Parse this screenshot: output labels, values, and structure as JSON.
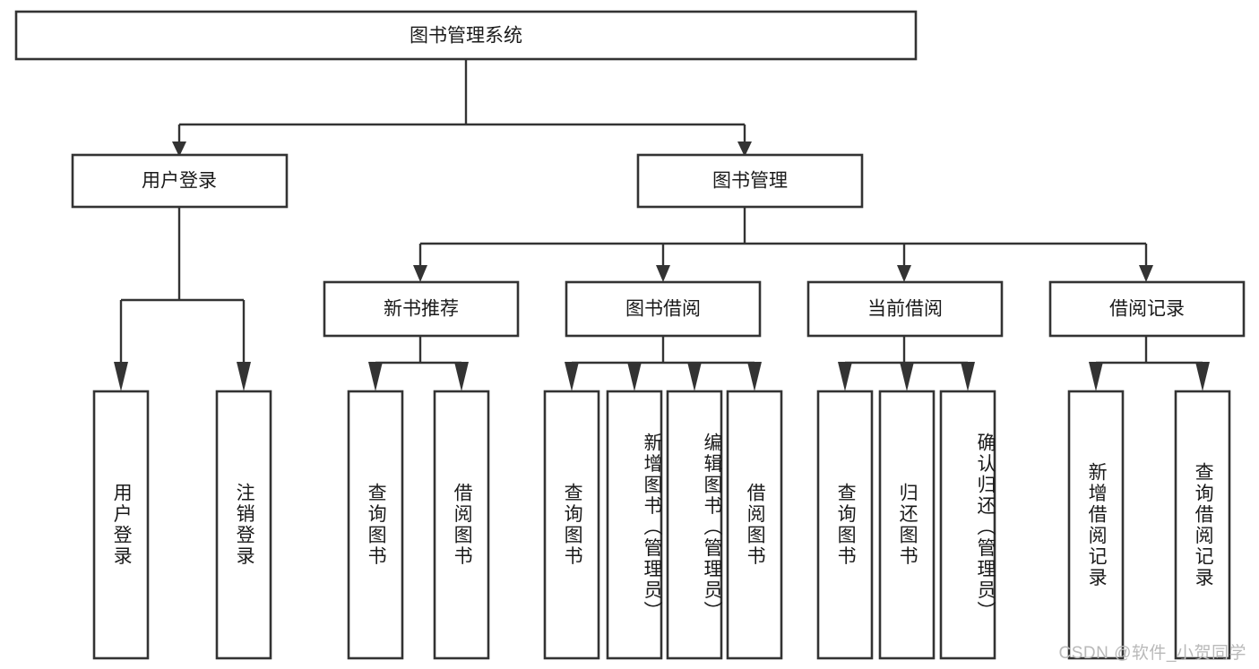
{
  "diagram": {
    "type": "hierarchy-tree",
    "title": "图书管理系统",
    "watermark": "CSDN @软件_小贺同学",
    "colors": {
      "background": "#ffffff",
      "box_stroke": "#333333",
      "box_fill": "#ffffff",
      "text": "#1a1a1a",
      "connector": "#333333",
      "watermark": "#b9b9b9"
    },
    "levels": {
      "root": "图书管理系统",
      "level2": [
        "用户登录",
        "图书管理"
      ],
      "level3": [
        "新书推荐",
        "图书借阅",
        "当前借阅",
        "借阅记录"
      ]
    },
    "nodes": {
      "root": {
        "label": "图书管理系统"
      },
      "user_login": {
        "label": "用户登录"
      },
      "book_manage": {
        "label": "图书管理"
      },
      "new_book_rec": {
        "label": "新书推荐"
      },
      "book_borrow": {
        "label": "图书借阅"
      },
      "current_borrow": {
        "label": "当前借阅"
      },
      "borrow_record": {
        "label": "借阅记录"
      },
      "leaf_user_login": {
        "label": "用户登录"
      },
      "leaf_logout": {
        "label": "注销登录"
      },
      "leaf_query_book_1": {
        "label": "查询图书"
      },
      "leaf_borrow_book_1": {
        "label": "借阅图书"
      },
      "leaf_query_book_2": {
        "label": "查询图书"
      },
      "leaf_add_book": {
        "label": "新增图书（管理员）"
      },
      "leaf_edit_book": {
        "label": "编辑图书（管理员）"
      },
      "leaf_borrow_book_2": {
        "label": "借阅图书"
      },
      "leaf_query_book_3": {
        "label": "查询图书"
      },
      "leaf_return_book": {
        "label": "归还图书"
      },
      "leaf_confirm_return": {
        "label": "确认归还（管理员）"
      },
      "leaf_add_record": {
        "label": "新增借阅记录"
      },
      "leaf_query_record": {
        "label": "查询借阅记录"
      }
    },
    "edges": [
      {
        "from": "root",
        "to": "user_login"
      },
      {
        "from": "root",
        "to": "book_manage"
      },
      {
        "from": "user_login",
        "to": "leaf_user_login"
      },
      {
        "from": "user_login",
        "to": "leaf_logout"
      },
      {
        "from": "book_manage",
        "to": "new_book_rec"
      },
      {
        "from": "book_manage",
        "to": "book_borrow"
      },
      {
        "from": "book_manage",
        "to": "current_borrow"
      },
      {
        "from": "book_manage",
        "to": "borrow_record"
      },
      {
        "from": "new_book_rec",
        "to": "leaf_query_book_1"
      },
      {
        "from": "new_book_rec",
        "to": "leaf_borrow_book_1"
      },
      {
        "from": "book_borrow",
        "to": "leaf_query_book_2"
      },
      {
        "from": "book_borrow",
        "to": "leaf_add_book"
      },
      {
        "from": "book_borrow",
        "to": "leaf_edit_book"
      },
      {
        "from": "book_borrow",
        "to": "leaf_borrow_book_2"
      },
      {
        "from": "current_borrow",
        "to": "leaf_query_book_3"
      },
      {
        "from": "current_borrow",
        "to": "leaf_return_book"
      },
      {
        "from": "current_borrow",
        "to": "leaf_confirm_return"
      },
      {
        "from": "borrow_record",
        "to": "leaf_add_record"
      },
      {
        "from": "borrow_record",
        "to": "leaf_query_record"
      }
    ]
  }
}
